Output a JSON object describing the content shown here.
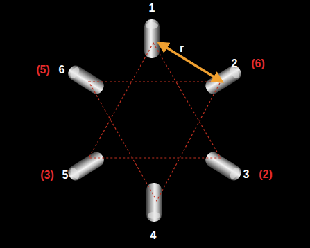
{
  "diagram": {
    "labels": [
      "1",
      "(5)",
      "6",
      "r",
      "2",
      "(6)",
      "(3)",
      "5",
      "3",
      "(2)",
      "4"
    ]
  }
}
